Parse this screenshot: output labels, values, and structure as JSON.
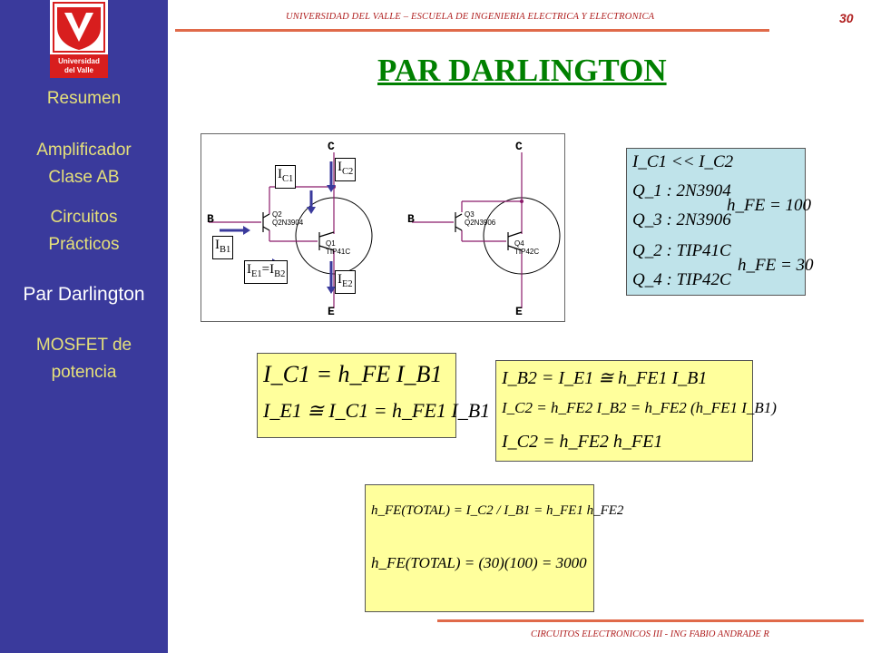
{
  "header": {
    "institution": "UNIVERSIDAD DEL VALLE – ESCUELA DE INGENIERIA ELECTRICA Y ELECTRONICA",
    "page_number": "30"
  },
  "logo": {
    "line1": "Universidad",
    "line2": "del Valle"
  },
  "nav": [
    {
      "label_lines": [
        "Resumen"
      ],
      "active": false
    },
    {
      "label_lines": [
        "Amplificador",
        "Clase AB"
      ],
      "active": false
    },
    {
      "label_lines": [
        "Circuitos",
        "Prácticos"
      ],
      "active": false
    },
    {
      "label_lines": [
        "Par Darlington"
      ],
      "active": true
    },
    {
      "label_lines": [
        "MOSFET de",
        "potencia"
      ],
      "active": false
    }
  ],
  "title": "PAR DARLINGTON",
  "footer": "CIRCUITOS ELECTRONICOS III - ING FABIO ANDRADE R",
  "circuit": {
    "npn": {
      "collector": "C",
      "base": "B",
      "emitter": "E",
      "q2": "Q2",
      "q2_part": "Q2N3904",
      "q1": "Q1",
      "q1_part": "TIP41C"
    },
    "pnp": {
      "collector": "C",
      "base": "B",
      "emitter": "E",
      "q3": "Q3",
      "q3_part": "Q2N3906",
      "q4": "Q4",
      "q4_part": "TIP42C"
    },
    "labels": {
      "ic1": "I",
      "ic1_sub": "C1",
      "ic2": "I",
      "ic2_sub": "C2",
      "ib1": "I",
      "ib1_sub": "B1",
      "ie1_a": "I",
      "ie1_sub": "E1",
      "ie1_eq": "=I",
      "ie1_sub2": "B2",
      "ie2": "I",
      "ie2_sub": "E2"
    }
  },
  "equations": {
    "blue": [
      "I_C1 << I_C2",
      "Q_1 : 2N3904",
      "Q_3 : 2N3906",
      "h_FE = 100",
      "Q_2 : TIP41C",
      "Q_4 : TIP42C",
      "h_FE = 30"
    ],
    "gain": [
      "I_C1 = h_FE I_B1",
      "I_E1 ≅ I_C1 = h_FE1 I_B1"
    ],
    "chain": [
      "I_B2 = I_E1 ≅ h_FE1 I_B1",
      "I_C2 = h_FE2 I_B2 = h_FE2 (h_FE1 I_B1)",
      "I_C2 = h_FE2 h_FE1"
    ],
    "total": [
      "h_FE(TOTAL) = I_C2 / I_B1 = h_FE1 h_FE2",
      "h_FE(TOTAL) = (30)(100) = 3000"
    ]
  },
  "colors": {
    "sidebar": "#3a3a9c",
    "nav_text": "#e5e07a",
    "title": "#008000",
    "header_red": "#b02020",
    "rule": "#e06a4a",
    "eq_yellow": "#ffff9c",
    "eq_blue": "#bfe3ea",
    "arrow": "#3a3a9c",
    "wire": "#8b1a6b"
  }
}
